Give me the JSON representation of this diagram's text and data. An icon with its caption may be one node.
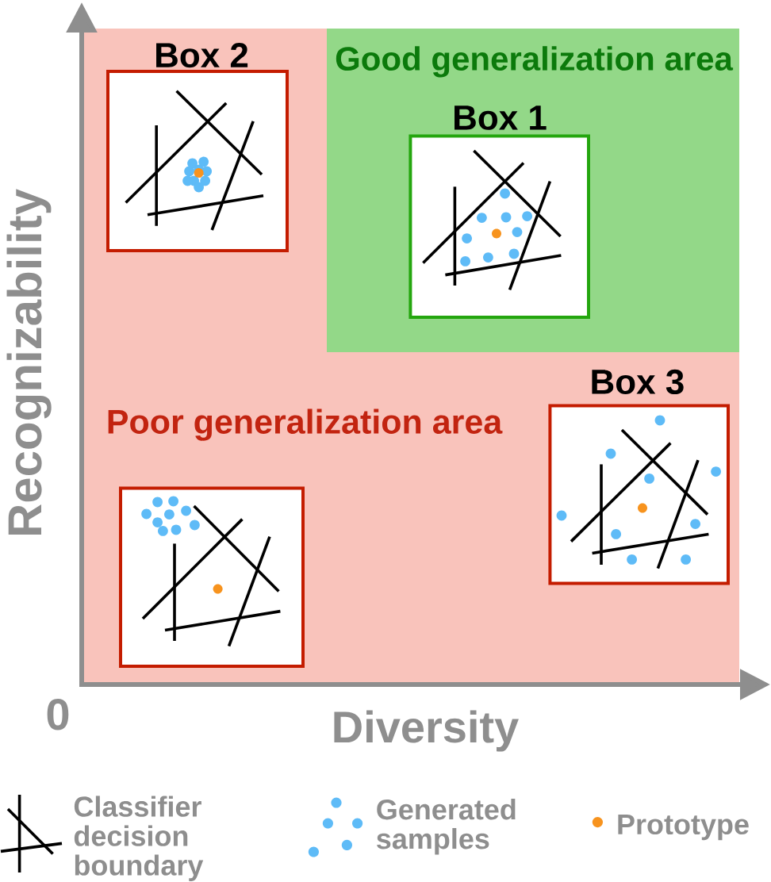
{
  "diagram": {
    "nodes": [
      {
        "text": [
          "Poor generalization area"
        ]
      },
      {
        "text": [
          "Box 2"
        ],
        "in": 0
      },
      {
        "text": [
          "Good generalization area"
        ],
        "in": 0
      },
      {
        "text": [
          "Box 1"
        ],
        "in": 2
      },
      {
        "text": [
          "Box 3"
        ],
        "in": 0
      },
      {
        "text": [],
        "shape": "box",
        "in": 0
      }
    ],
    "labels": [
      "Recognizability",
      "0",
      "Diversity"
    ],
    "legend": [
      {
        "text": "Classifier decision boundary"
      },
      {
        "text": "Generated samples",
        "color": "#5ebbf7"
      },
      {
        "text": "Prototype",
        "color": "#f7931e"
      }
    ]
  }
}
